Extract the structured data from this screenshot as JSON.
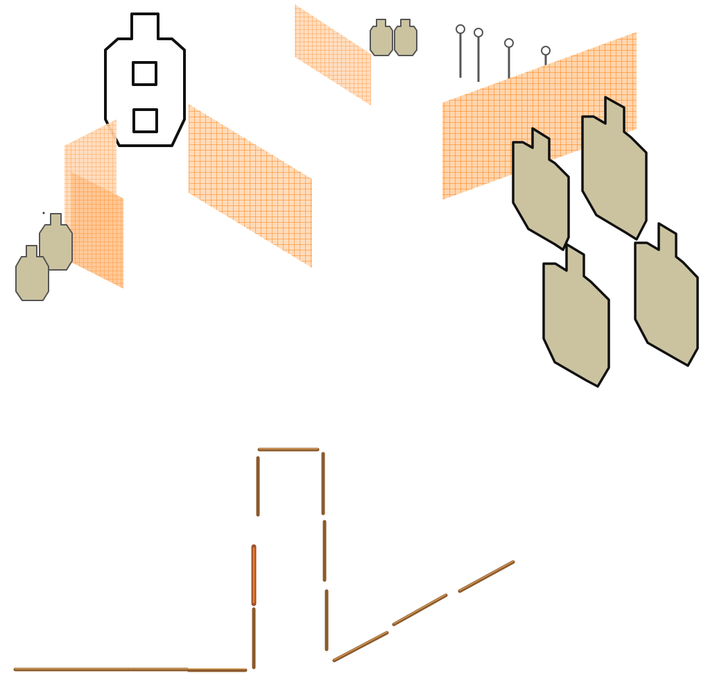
{
  "colors": {
    "no_shoot_fill": "#ffb070",
    "no_shoot_line": "#ff8a20",
    "target_tan": "#cbc3a0",
    "wall_brown": "#8b5a2b",
    "paper_target_outline": "#111111"
  },
  "elements": {
    "paper_target": "paper-target-outline",
    "steel_poppers": 4,
    "tan_targets_small": 4,
    "tan_targets_large": 4,
    "no_shoot_barriers": 5
  }
}
